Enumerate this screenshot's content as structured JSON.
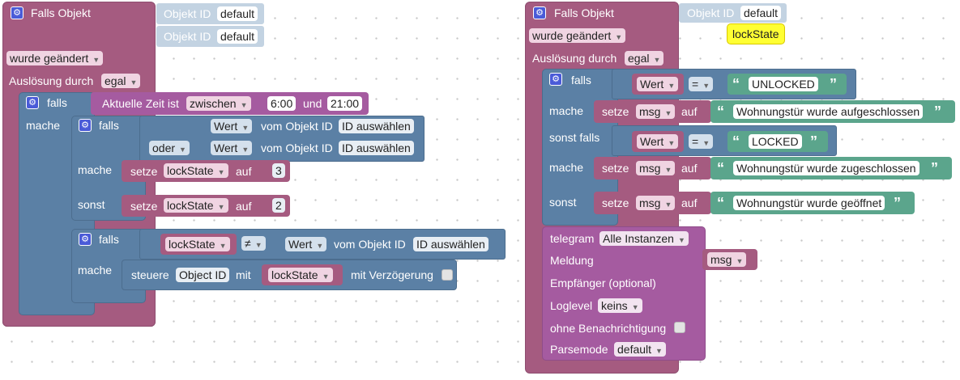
{
  "left": {
    "event_title": "Falls Objekt",
    "object_id_label_1": "Objekt ID",
    "object_id_value_1": "default",
    "object_id_label_2": "Objekt ID",
    "object_id_value_2": "default",
    "trigger_mode": "wurde geändert",
    "trigger_by_label": "Auslösung durch",
    "trigger_by_value": "egal",
    "if1": {
      "falls": "falls",
      "mache": "mache",
      "time_label": "Aktuelle Zeit ist",
      "time_op": "zwischen",
      "time_from": "6:00",
      "time_and": "und",
      "time_to": "21:00"
    },
    "if2": {
      "falls": "falls",
      "row1_value": "Wert",
      "row1_text": "vom Objekt ID",
      "row1_id": "ID auswählen",
      "or_label": "oder",
      "row2_value": "Wert",
      "row2_text": "vom Objekt ID",
      "row2_id": "ID auswählen",
      "mache": "mache",
      "set1_label": "setze",
      "set1_var": "lockState",
      "set1_to": "auf",
      "set1_value": "3",
      "sonst": "sonst",
      "set2_label": "setze",
      "set2_var": "lockState",
      "set2_to": "auf",
      "set2_value": "2"
    },
    "if3": {
      "falls": "falls",
      "var": "lockState",
      "op": "≠",
      "value": "Wert",
      "text": "vom Objekt ID",
      "id": "ID auswählen",
      "mache": "mache",
      "control_label": "steuere",
      "control_id": "Object ID",
      "control_with": "mit",
      "control_var": "lockState",
      "control_delay": "mit Verzögerung"
    }
  },
  "right": {
    "event_title": "Falls Objekt",
    "object_id_label": "Objekt ID",
    "object_id_value": "default",
    "tooltip": "lockState",
    "trigger_mode": "wurde geändert",
    "trigger_by_label": "Auslösung durch",
    "trigger_by_value": "egal",
    "if": {
      "falls": "falls",
      "cond1_value": "Wert",
      "cond1_op": "=",
      "cond1_text": "UNLOCKED",
      "mache1": "mache",
      "set1_label": "setze",
      "set1_var": "msg",
      "set1_to": "auf",
      "set1_text": "Wohnungstür wurde aufgeschlossen",
      "sonst_falls": "sonst falls",
      "cond2_value": "Wert",
      "cond2_op": "=",
      "cond2_text": "LOCKED",
      "mache2": "mache",
      "set2_label": "setze",
      "set2_var": "msg",
      "set2_to": "auf",
      "set2_text": "Wohnungstür wurde zugeschlossen",
      "sonst": "sonst",
      "set3_label": "setze",
      "set3_var": "msg",
      "set3_to": "auf",
      "set3_text": "Wohnungstür wurde geöffnet"
    },
    "telegram": {
      "label": "telegram",
      "instance": "Alle Instanzen",
      "message_label": "Meldung",
      "message_var": "msg",
      "recipient_label": "Empfänger (optional)",
      "loglevel_label": "Loglevel",
      "loglevel_value": "keins",
      "silent_label": "ohne Benachrichtigung",
      "parsemode_label": "Parsemode",
      "parsemode_value": "default"
    }
  },
  "colors": {
    "event": "#a55b80",
    "logic": "#5b80a5",
    "text": "#5ba58c",
    "variable": "#a55b80",
    "message": "#a55ba0",
    "tooltip": "#ffff33"
  }
}
